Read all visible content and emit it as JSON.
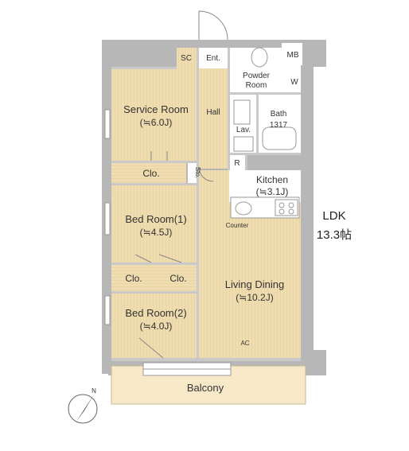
{
  "rooms": {
    "sc": "SC",
    "ent": "Ent.",
    "mb": "MB",
    "powder_room_line1": "Powder",
    "powder_room_line2": "Room",
    "w": "W",
    "service_room": "Service Room",
    "service_room_size": "(≒6.0J)",
    "hall": "Hall",
    "lav": "Lav.",
    "bath": "Bath",
    "bath_size": "1317",
    "r": "R",
    "clo_top": "Clo.",
    "sto": "Sto.",
    "kitchen": "Kitchen",
    "kitchen_size": "(≒3.1J)",
    "counter": "Counter",
    "bed_room_1": "Bed Room(1)",
    "bed_room_1_size": "(≒4.5J)",
    "clo_left": "Clo.",
    "clo_right": "Clo.",
    "living_dining": "Living Dining",
    "living_dining_size": "(≒10.2J)",
    "bed_room_2": "Bed Room(2)",
    "bed_room_2_size": "(≒4.0J)",
    "ac": "AC",
    "balcony": "Balcony"
  },
  "ldk": {
    "label": "LDK",
    "size": "13.3帖"
  },
  "compass": {
    "north": "N"
  },
  "colors": {
    "floor": "#efdcb0",
    "wet_area": "#ffffff",
    "wall": "#b7b7b7",
    "balcony": "#f7e8c8"
  }
}
